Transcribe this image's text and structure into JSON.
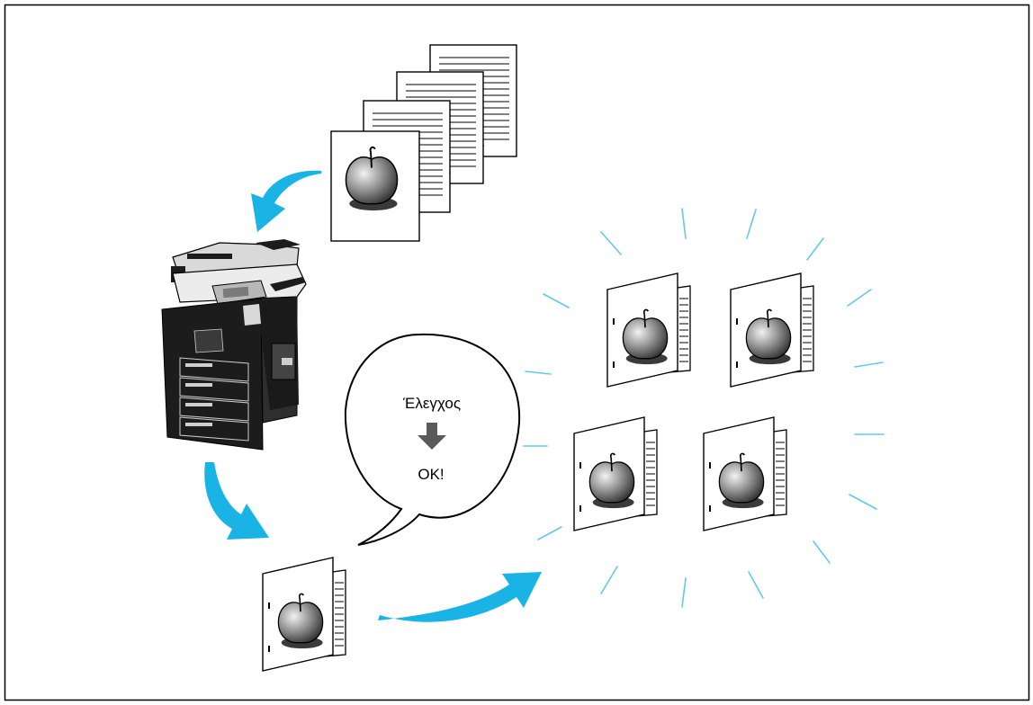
{
  "speech_bubble": {
    "check_label": "Έλεγχος",
    "ok_label": "OK!"
  },
  "colors": {
    "flow_arrow": "#19b3e6",
    "sparkle": "#62c9ea",
    "down_arrow": "#5a5a5a",
    "frame": "#000000",
    "printer_body": "#1c1c1c",
    "printer_light": "#d9d9d9"
  },
  "icons": [
    "original-document-stack",
    "copier-machine",
    "proof-copy-booklet",
    "finished-copy-booklet",
    "apple-image",
    "curved-flow-arrow",
    "down-arrow-icon",
    "sparkle-lines"
  ]
}
